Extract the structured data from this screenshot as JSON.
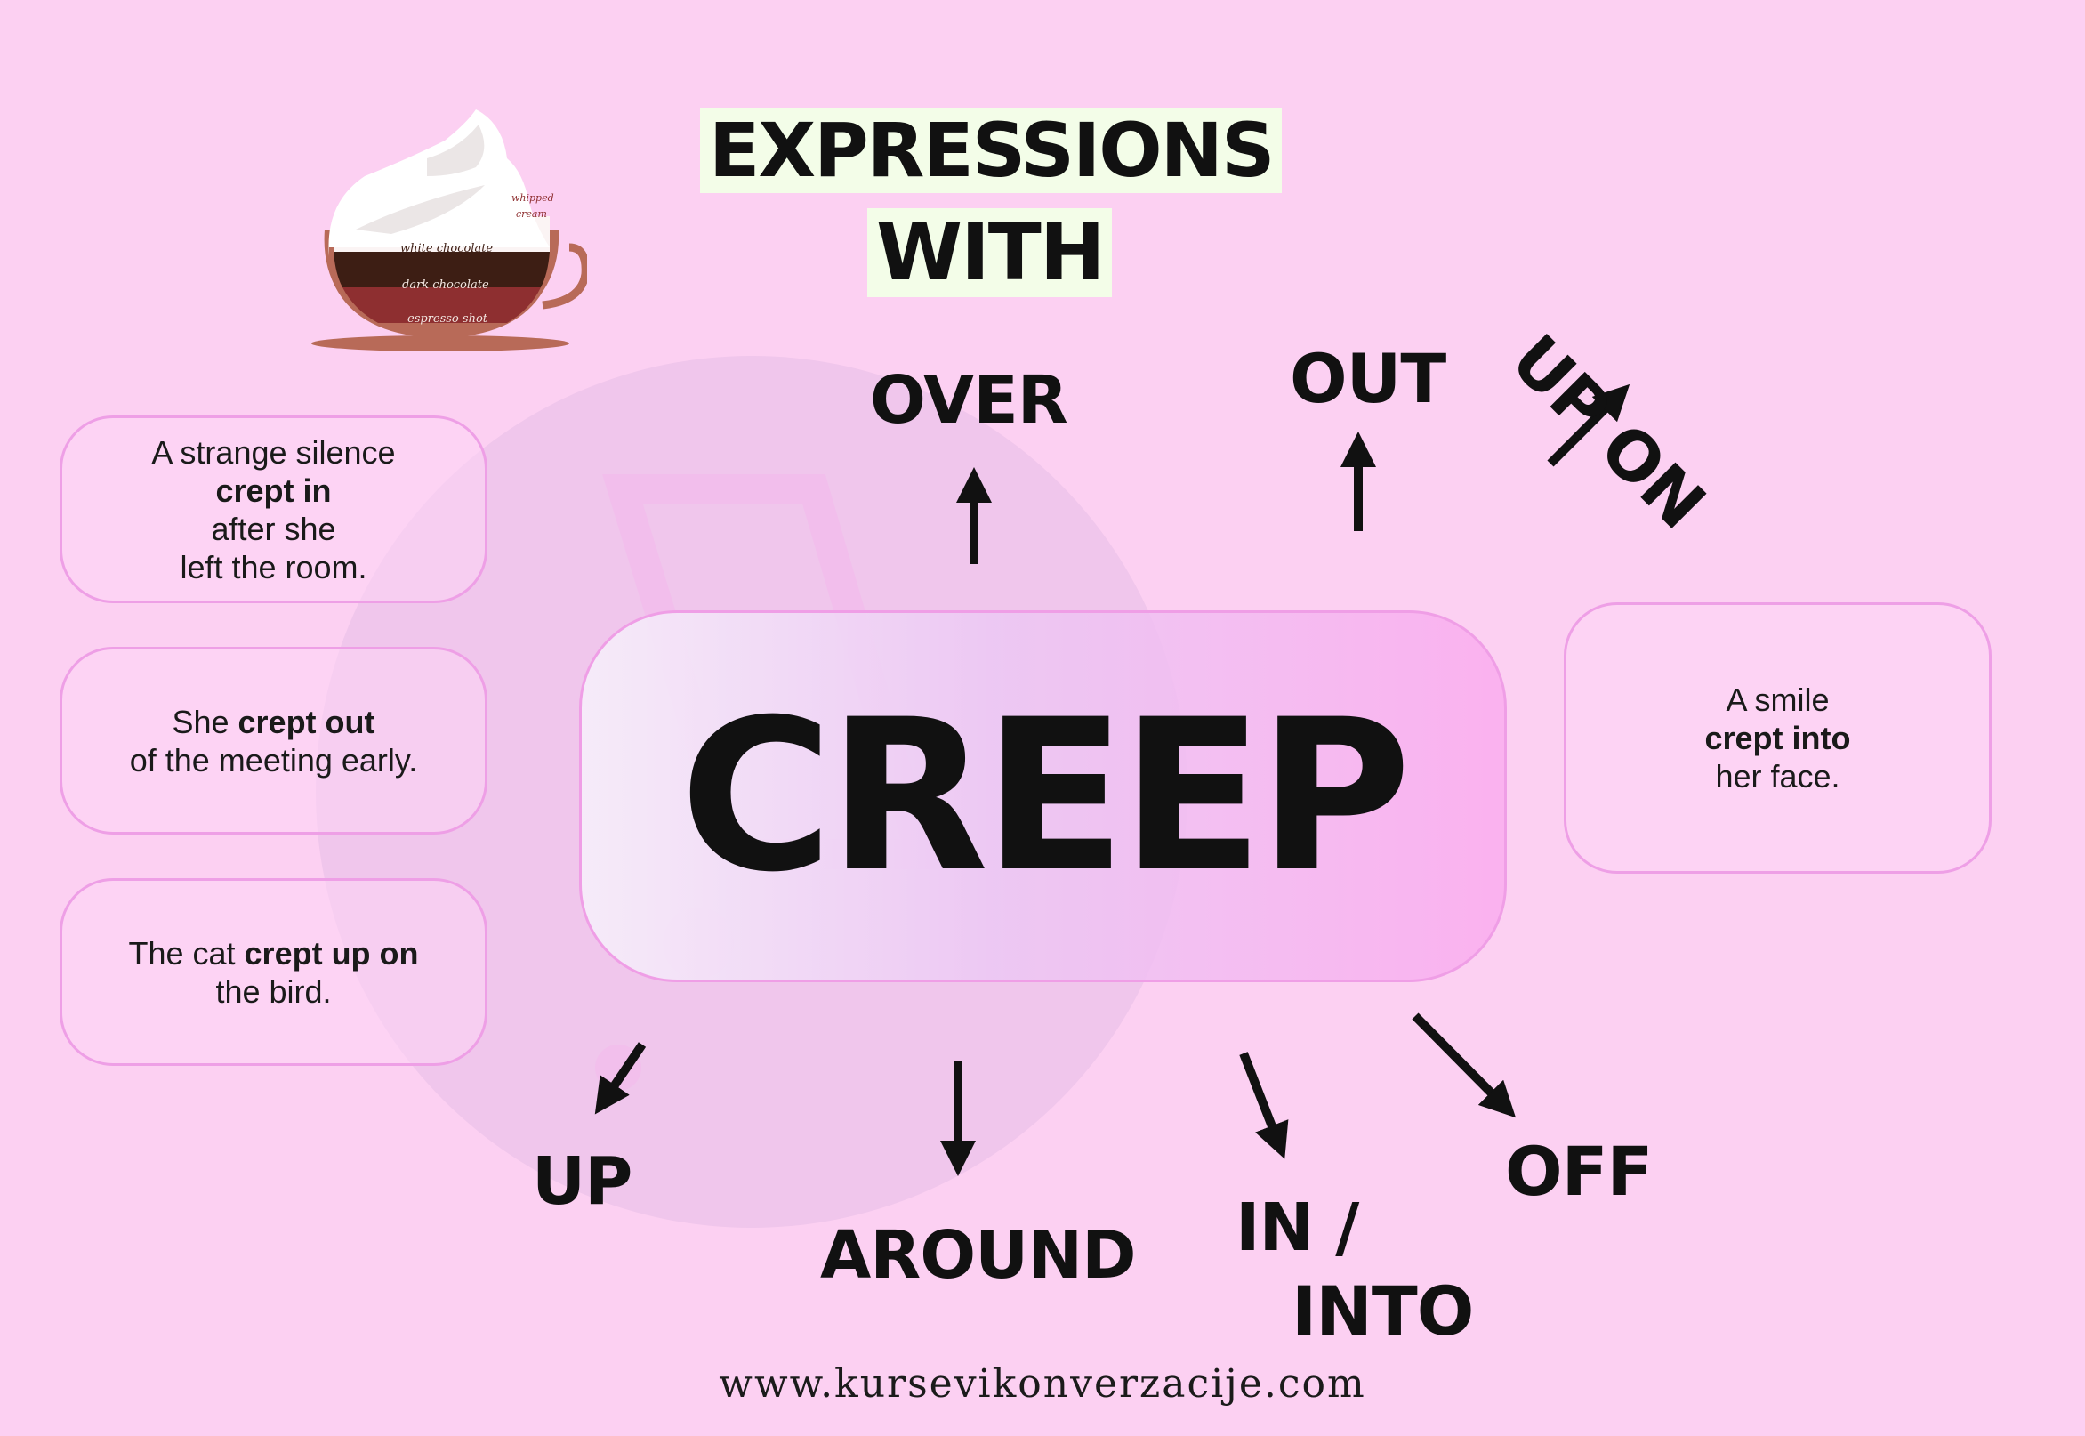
{
  "title": {
    "line1": "EXPRESSIONS",
    "line2": "WITH"
  },
  "center_word": "CREEP",
  "cup": {
    "layers": [
      "whipped cream",
      "white chocolate",
      "dark chocolate",
      "espresso shot"
    ]
  },
  "particles": {
    "over": "OVER",
    "out": "OUT",
    "up_on": "UP ON",
    "up": "UP",
    "around": "AROUND",
    "in_into_line1": "IN /",
    "in_into_line2": "INTO",
    "off": "OFF"
  },
  "examples": {
    "crept_in": {
      "l1": "A strange silence",
      "l2": "crept in",
      "l3": "after she",
      "l4": "left the room."
    },
    "crept_out": {
      "pre": "She ",
      "bold": "crept out",
      "l2": "of the meeting early."
    },
    "crept_up_on": {
      "pre": "The cat ",
      "bold": "crept up on",
      "l2": "the bird."
    },
    "crept_into": {
      "l1": "A smile",
      "l2": "crept into",
      "l3": "her face."
    }
  },
  "footer_url": "www.kursevikonverzacije.com",
  "colors": {
    "background": "#fcd0f2",
    "card_border": "#ee9fe6",
    "title_highlight": "#f3fde8",
    "text": "#111111"
  }
}
